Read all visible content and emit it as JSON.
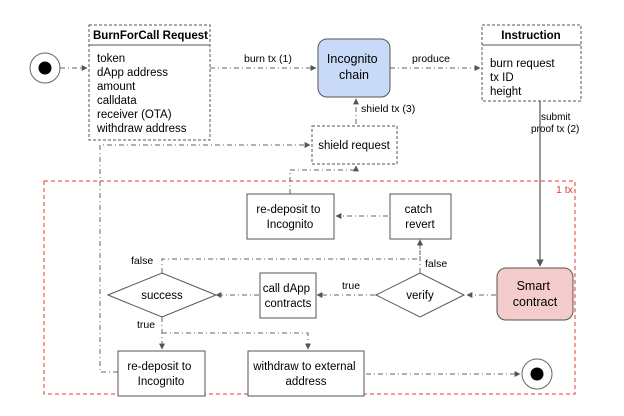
{
  "burn_request": {
    "title": "BurnForCall Request",
    "fields": [
      "token",
      "dApp address",
      "amount",
      "calldata",
      "receiver (OTA)",
      "withdraw address"
    ]
  },
  "incognito_chain": {
    "line1": "Incognito",
    "line2": "chain"
  },
  "instruction": {
    "title": "Instruction",
    "fields": [
      "burn request",
      "tx ID",
      "height"
    ]
  },
  "shield_request": {
    "label": "shield request"
  },
  "smart_contract": {
    "line1": "Smart",
    "line2": "contract"
  },
  "verify": {
    "label": "verify"
  },
  "catch_revert": {
    "line1": "catch",
    "line2": "revert"
  },
  "redeposit_top": {
    "line1": "re-deposit to",
    "line2": "Incognito"
  },
  "call_dapp": {
    "line1": "call dApp",
    "line2": "contracts"
  },
  "success": {
    "label": "success"
  },
  "redeposit_bottom": {
    "line1": "re-deposit to",
    "line2": "Incognito"
  },
  "withdraw_external": {
    "line1": "withdraw to external",
    "line2": "address"
  },
  "edges": {
    "burn_tx": "burn tx (1)",
    "produce": "produce",
    "shield_tx": "shield tx (3)",
    "submit": "submit",
    "proof_tx": "proof tx (2)",
    "verify_true": "true",
    "verify_false": "false",
    "success_false": "false",
    "success_true": "true"
  },
  "transaction_region": {
    "label": "1 tx"
  },
  "colors": {
    "incognito_fill": "#c9daf8",
    "smart_contract_fill": "#f4cccc",
    "region_border": "#e53935"
  }
}
